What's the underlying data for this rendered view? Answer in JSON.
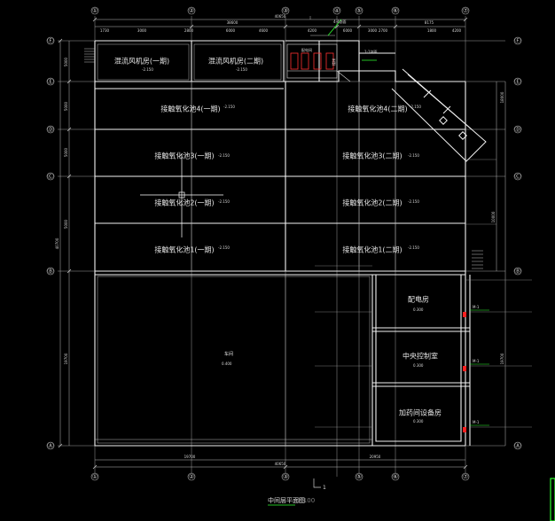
{
  "drawing": {
    "title": "中间层平面图",
    "scale": "1:100",
    "footer_mark": "1"
  },
  "axes": {
    "numbers": [
      "①",
      "②",
      "③",
      "④",
      "⑤",
      "⑥",
      "⑦"
    ],
    "letters": [
      "Ⓕ",
      "Ⓔ",
      "Ⓓ",
      "Ⓒ",
      "Ⓑ",
      "Ⓐ"
    ]
  },
  "rooms": {
    "dry_oven_1": "混流风机房(一期)",
    "dry_oven_2": "混流风机房(二期)",
    "ups_room": "配电间",
    "stair": "楼梯",
    "tank_4_left": "接触氧化池4(一期)",
    "tank_3_left": "接触氧化池3(一期)",
    "tank_2_left": "接触氧化池2(一期)",
    "tank_1_left": "接触氧化池1(一期)",
    "tank_4_right": "接触氧化池4(二期)",
    "tank_3_right": "接触氧化池3(二期)",
    "tank_2_right": "接触氧化池2(二期)",
    "tank_1_right": "接触氧化池1(二期)",
    "large_hall": "车间",
    "electric_room": "配电房",
    "central_control": "中央控制室",
    "dosing_room": "加药间设备房"
  },
  "levels": {
    "l1": "-2.150",
    "l2": "-2.150",
    "l3": "-2.150",
    "l4": "-2.150",
    "l5": "-2.150",
    "l6": "-2.150",
    "l7": "-2.150",
    "l8": "-2.150",
    "l9": "-2.150",
    "l10": "-2.150",
    "hall": "0.400",
    "e1": "0.300",
    "e2": "0.300",
    "e3": "0.300"
  },
  "dims": {
    "top_total": "40650",
    "top_a": "38600",
    "top_b": "8175",
    "top_c": "1730",
    "top_d": "3000",
    "top_e": "2800",
    "top_f": "6000",
    "top_g": "4600",
    "top_h": "4200",
    "top_i": "6000",
    "top_j": "3000",
    "top_k": "2700",
    "top_l": "1800",
    "top_m": "4200",
    "bot_total": "40650",
    "bot_a": "19700",
    "bot_b": "20950",
    "left_total": "40700",
    "left_a": "5000",
    "left_b": "5000",
    "left_c": "5000",
    "left_d": "5000",
    "left_e": "19700",
    "right_total": "18000",
    "right_a": "19700",
    "right_b": "10000",
    "door_1": "M-1",
    "door_2": "M-1",
    "door_3": "M-1",
    "top_mark": "4-4剖面",
    "top_mark2": "1-1剖面"
  }
}
